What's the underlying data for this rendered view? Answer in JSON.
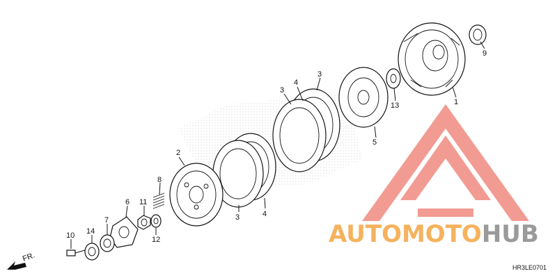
{
  "diagram": {
    "image_code": "HR3LE0701",
    "direction_label": "FR.",
    "callouts": [
      {
        "id": "c1",
        "label": "1"
      },
      {
        "id": "c2",
        "label": "2"
      },
      {
        "id": "c3a",
        "label": "3"
      },
      {
        "id": "c3b",
        "label": "3"
      },
      {
        "id": "c3c",
        "label": "3"
      },
      {
        "id": "c4a",
        "label": "4"
      },
      {
        "id": "c4b",
        "label": "4"
      },
      {
        "id": "c5",
        "label": "5"
      },
      {
        "id": "c6",
        "label": "6"
      },
      {
        "id": "c7",
        "label": "7"
      },
      {
        "id": "c8",
        "label": "8"
      },
      {
        "id": "c9",
        "label": "9"
      },
      {
        "id": "c10",
        "label": "10"
      },
      {
        "id": "c11",
        "label": "11"
      },
      {
        "id": "c12",
        "label": "12"
      },
      {
        "id": "c13",
        "label": "13"
      },
      {
        "id": "c14",
        "label": "14"
      }
    ]
  },
  "watermark": {
    "part1": "AUTOMOTO",
    "part2": "HUB",
    "colors": {
      "logo": "#f08a80",
      "text_orange": "#f5b25e",
      "text_gray": "#9a9a9a"
    }
  }
}
